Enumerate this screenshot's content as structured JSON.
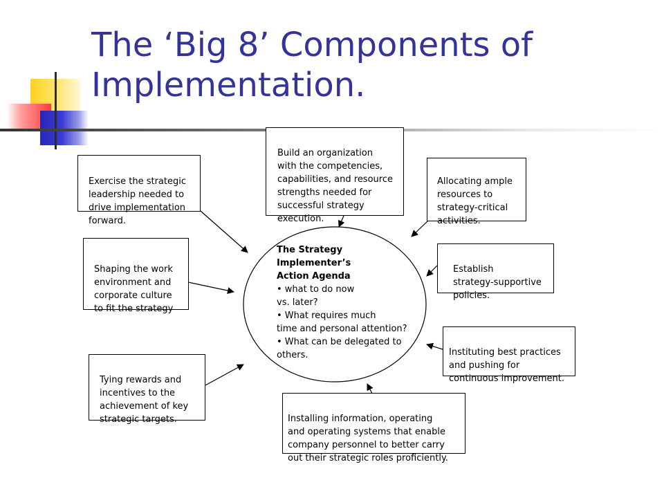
{
  "slide": {
    "title": "The ‘Big 8’ Components of Implementation."
  },
  "center": {
    "title": "The Strategy\nImplementer’s\nAction Agenda",
    "bullets": [
      "• what to do now\n vs. later?",
      "• What requires much\ntime and personal attention?",
      "• What can be delegated to\nothers."
    ]
  },
  "components": {
    "build_org": "Build an organization\nwith the competencies,\ncapabilities, and resource\nstrengths needed for\nsuccessful strategy\nexecution.",
    "leadership": "Exercise the strategic\nleadership needed to\ndrive implementation\nforward.",
    "resources": "Allocating ample\nresources to\nstrategy-critical\nactivities.",
    "culture": "Shaping the work\nenvironment and\ncorporate culture\nto fit the strategy",
    "policies": "Establish\nstrategy-supportive\npolicies.",
    "best_practices": "Instituting best practices\nand pushing for\ncontinuous improvement.",
    "rewards": "Tying rewards and\nincentives to the\nachievement of key\nstrategic targets.",
    "info_systems": "Installing information, operating\nand operating systems that enable\ncompany personnel to better carry\nout their strategic roles proficiently."
  }
}
